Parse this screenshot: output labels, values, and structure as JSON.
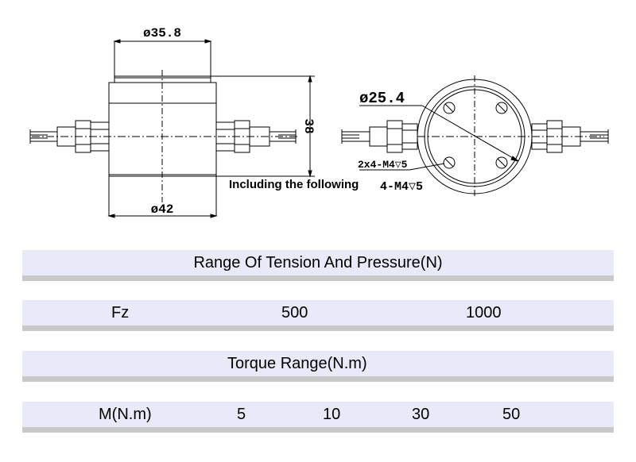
{
  "drawing": {
    "dim_top_diameter": "ø35.8",
    "dim_height": "38",
    "dim_bottom_diameter": "ø42",
    "dim_inner_diameter": "ø25.4",
    "dim_threads_a": "2x4-M4▽5",
    "dim_threads_b": "4-M4▽5",
    "note": "Including the following"
  },
  "table": {
    "tension_header": "Range Of Tension And Pressure(N)",
    "fz_label": "Fz",
    "fz_values": [
      "500",
      "1000"
    ],
    "torque_header": "Torque Range(N.m)",
    "m_label": "M(N.m)",
    "m_values": [
      "5",
      "10",
      "30",
      "50"
    ]
  },
  "colors": {
    "band": "#e8ebf7",
    "band_shadow": "#c9c9c9",
    "line": "#000000"
  }
}
